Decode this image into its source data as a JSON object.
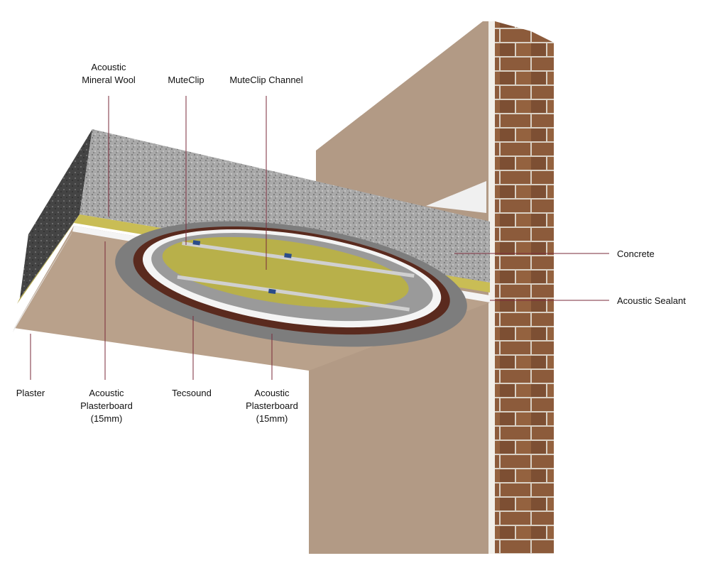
{
  "labels": {
    "mineral_wool": [
      "Acoustic",
      "Mineral Wool"
    ],
    "muteclip": "MuteClip",
    "muteclip_channel": "MuteClip Channel",
    "concrete": "Concrete",
    "acoustic_sealant": "Acoustic Sealant",
    "plaster": "Plaster",
    "plasterboard_1": [
      "Acoustic",
      "Plasterboard",
      "(15mm)"
    ],
    "tecsound": "Tecsound",
    "plasterboard_2": [
      "Acoustic",
      "Plasterboard",
      "(15mm)"
    ]
  },
  "colors": {
    "wall": "#b29a85",
    "brick": "#8a5a3a",
    "concrete": "#a7a7a7",
    "wool": "#c9bd55",
    "tecsound": "#5a2a1e",
    "leader": "#7a2a3a"
  }
}
